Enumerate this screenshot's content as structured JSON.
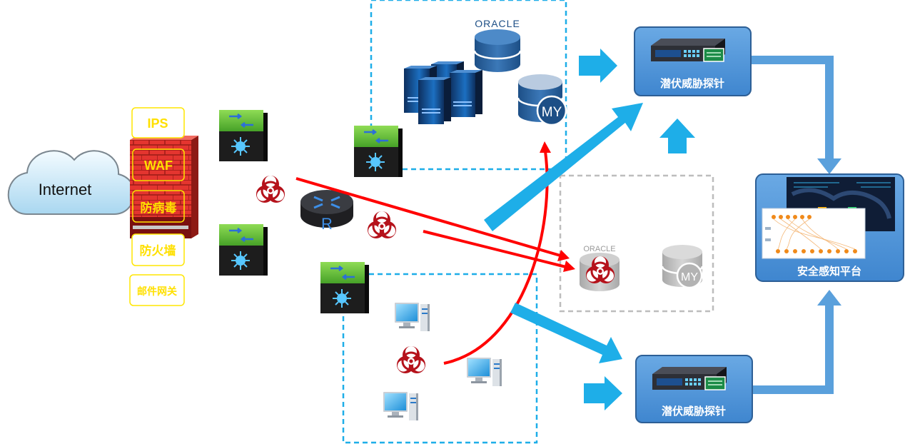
{
  "cloud": {
    "label": "Internet"
  },
  "security_stack": {
    "ips": "IPS",
    "waf": "WAF",
    "antivirus": "防病毒",
    "firewall": "防火墙",
    "mail_gateway": "邮件网关"
  },
  "router": {
    "label": "R"
  },
  "databases": {
    "oracle_brand": "ORACLE",
    "mysql_label": "MY",
    "compromised_oracle_brand": "ORACLE",
    "compromised_mysql_label": "MY"
  },
  "sensors": {
    "top": {
      "label": "潜伏威胁探针"
    },
    "bottom": {
      "label": "潜伏威胁探针"
    }
  },
  "platform": {
    "label": "安全感知平台"
  },
  "colors": {
    "arrow_blue": "#1eaee8",
    "flow_blue": "#5aa0dc",
    "threat_red": "#ff0000",
    "biohazard": "#b5121b",
    "panel_blue": "#4f93d6",
    "switch_green": "#59b52e",
    "security_yellow": "#ffe000"
  }
}
